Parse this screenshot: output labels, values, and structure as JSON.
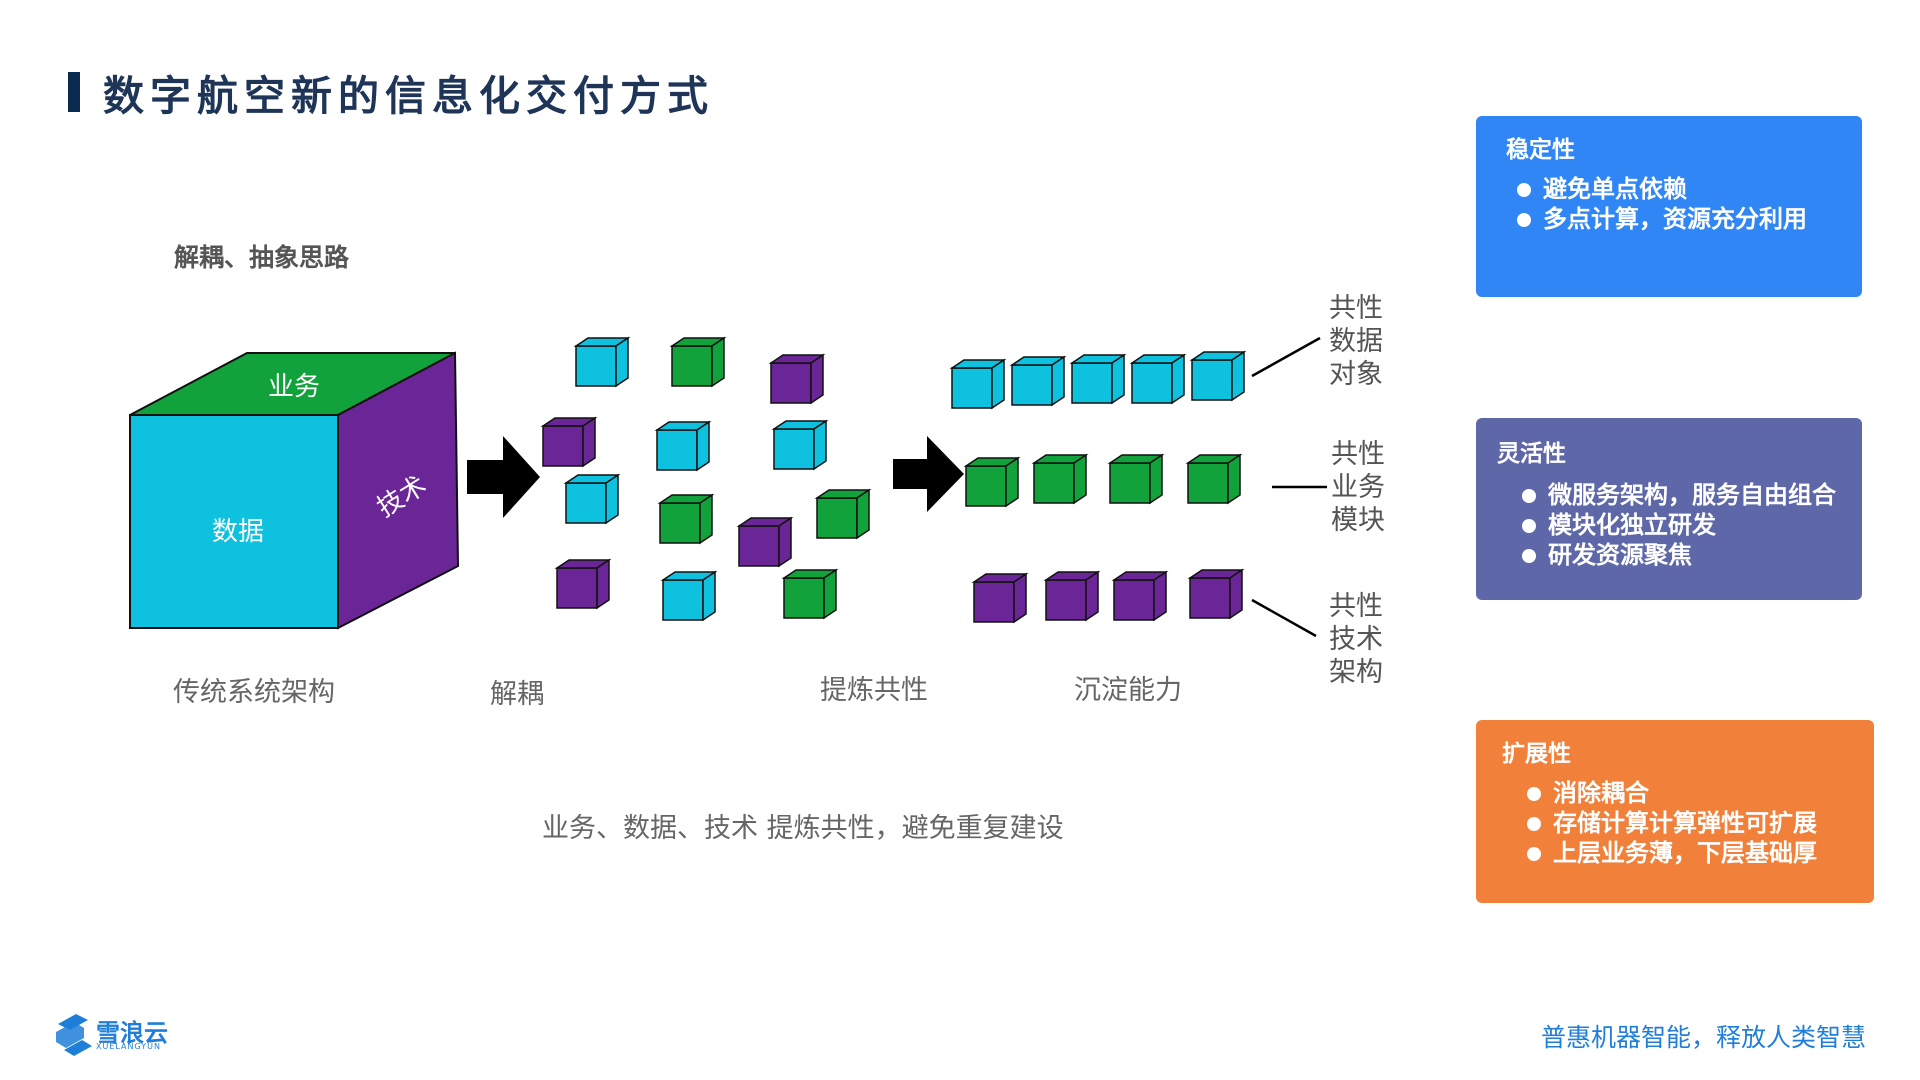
{
  "page": {
    "title": "数字航空新的信息化交付方式",
    "subtitle": "解耦、抽象思路",
    "bottom_caption": "业务、数据、技术 提炼共性，避免重复建设"
  },
  "diagram": {
    "big_cube": {
      "top": "业务",
      "front": "数据",
      "side": "技术"
    },
    "stage_labels": [
      "传统系统架构",
      "解耦",
      "提炼共性",
      "沉淀能力"
    ],
    "side_labels": {
      "data": "共性数据对象",
      "business": "共性业务模块",
      "tech": "共性技术架构"
    },
    "colors": {
      "data": "#0ec1de",
      "business": "#12a23c",
      "tech": "#6a2597",
      "edge": "#111111"
    }
  },
  "cards": {
    "stability": {
      "title": "稳定性",
      "items": [
        "避免单点依赖",
        "多点计算，资源充分利用"
      ],
      "color": "#3186f5"
    },
    "flexibility": {
      "title": "灵活性",
      "items": [
        "微服务架构，服务自由组合",
        "模块化独立研发",
        "研发资源聚焦"
      ],
      "color": "#5e67a8"
    },
    "scalability": {
      "title": "扩展性",
      "items": [
        "消除耦合",
        "存储计算计算弹性可扩展",
        "上层业务薄，下层基础厚"
      ],
      "color": "#f0803a"
    }
  },
  "footer": {
    "logo_text": "雪浪云",
    "logo_sub": "XUELANGYUN",
    "slogan": "普惠机器智能，释放人类智慧",
    "brand_color": "#1f7fd8"
  }
}
